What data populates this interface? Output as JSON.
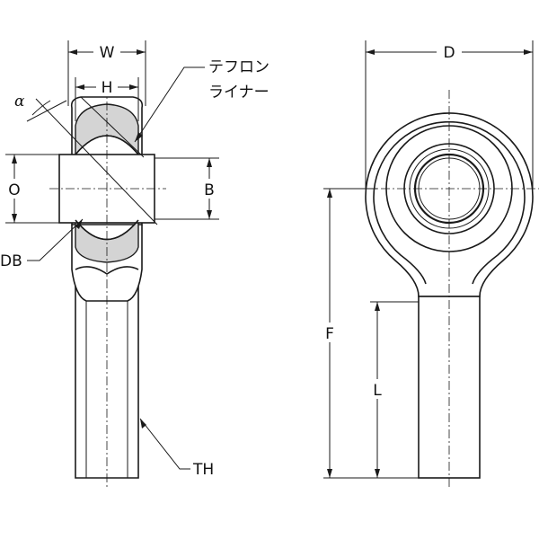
{
  "labels": {
    "W": "W",
    "H": "H",
    "alpha": "α",
    "teflon_line1": "テフロン",
    "teflon_line2": "ライナー",
    "O": "O",
    "B": "B",
    "DB": "DB",
    "TH": "TH",
    "D": "D",
    "F": "F",
    "L": "L"
  },
  "colors": {
    "liner_fill": "#d4d4d4",
    "stroke": "#1a1a1a",
    "background": "#ffffff"
  }
}
